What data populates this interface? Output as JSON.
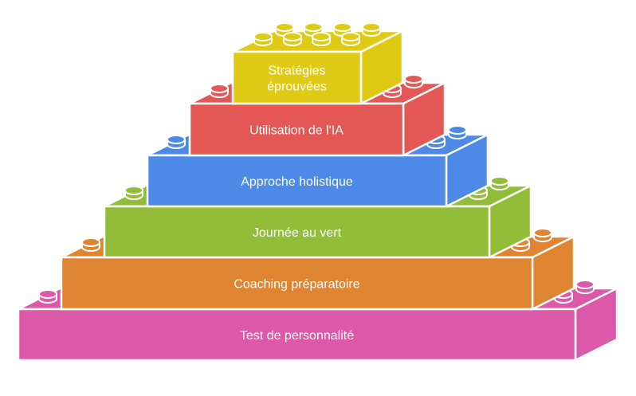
{
  "diagram": {
    "type": "lego-pyramid",
    "layers": [
      {
        "label_lines": [
          "Stratégies",
          "éprouvées"
        ],
        "color": "#DFCA16"
      },
      {
        "label_lines": [
          "Utilisation de l'IA"
        ],
        "color": "#E35855"
      },
      {
        "label_lines": [
          "Approche holistique"
        ],
        "color": "#4D8AE8"
      },
      {
        "label_lines": [
          "Journée au vert"
        ],
        "color": "#92BD38"
      },
      {
        "label_lines": [
          "Coaching préparatoire"
        ],
        "color": "#DF8431"
      },
      {
        "label_lines": [
          "Test de personnalité"
        ],
        "color": "#DC58A8"
      }
    ]
  }
}
